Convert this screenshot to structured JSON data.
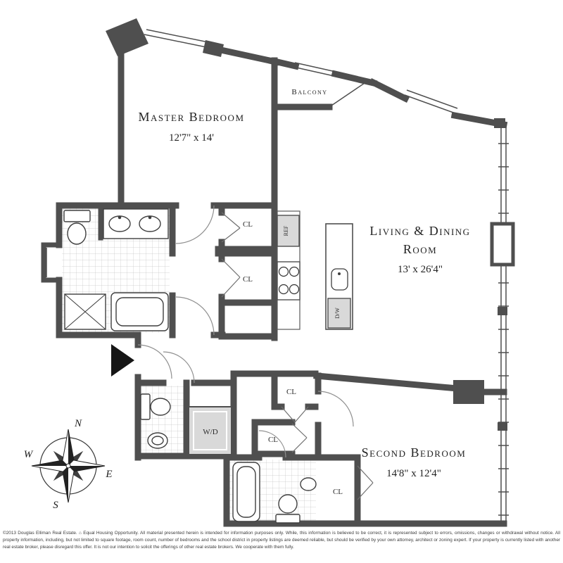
{
  "rooms": {
    "master": {
      "name": "Master Bedroom",
      "dims": "12'7\" x 14'"
    },
    "living": {
      "line1": "Living & Dining",
      "line2": "Room",
      "dims": "13' x 26'4\""
    },
    "second": {
      "name": "Second Bedroom",
      "dims": "14'8\" x 12'4\""
    },
    "balcony": {
      "name": "Balcony"
    }
  },
  "fixtures": {
    "cl": "CL",
    "wd": "W/D",
    "ref": "REF",
    "dw": "D/W"
  },
  "compass": {
    "n": "N",
    "e": "E",
    "s": "S",
    "w": "W"
  },
  "footer": {
    "disclaimer": "©2013 Douglas Elliman Real Estate. ⌂ Equal Housing Opportunity. All material presented herein is intended for information purposes only. While, this information is believed to be correct, it is represented subject to errors, omissions, changes or withdrawal without notice. All property information, including, but not limited to square footage, room count, number of bedrooms and the school district in property listings are deemed reliable, but should be verified by your own attorney, architect or zoning expert. If your property is currently listed with another real estate broker, please disregard this offer. It is not our intention to solicit the offerings of other real estate brokers. We cooperate with them fully."
  },
  "colors": {
    "wall": "#4f4f4f",
    "appliance_fill": "#d9d9d9",
    "background": "#ffffff"
  }
}
